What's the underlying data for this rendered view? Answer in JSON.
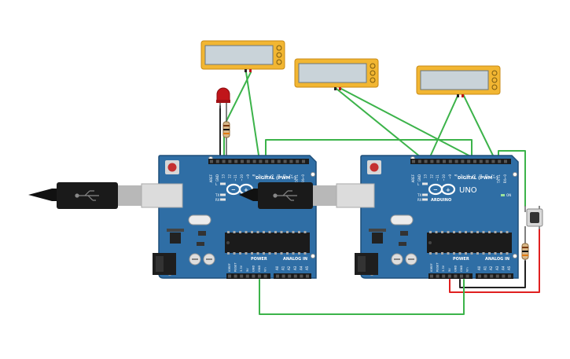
{
  "boards": [
    {
      "id": "left",
      "digital_label": "DIGITAL (PWM~)",
      "power_label": "POWER",
      "analog_label": "ANALOG IN",
      "pins_top": [
        "AREF",
        "GND",
        "13",
        "12",
        "~11",
        "~10",
        "~9",
        "8",
        "7",
        "~6",
        "~5",
        "4",
        "~3",
        "2",
        "TX→1",
        "RX←0"
      ],
      "pins_power": [
        "IOREF",
        "RESET",
        "3.3V",
        "5V",
        "GND",
        "GND",
        "Vin"
      ],
      "pins_analog": [
        "A0",
        "A1",
        "A2",
        "A3",
        "A4",
        "A5"
      ],
      "led_labels": [
        "L",
        "TX",
        "RX"
      ],
      "show_brand": false
    },
    {
      "id": "right",
      "digital_label": "DIGITAL (PWM~)",
      "power_label": "POWER",
      "analog_label": "ANALOG IN",
      "pins_top": [
        "AREF",
        "GND",
        "13",
        "12",
        "~11",
        "~10",
        "~9",
        "8",
        "7",
        "~6",
        "~5",
        "4",
        "~3",
        "2",
        "TX→1",
        "RX←0"
      ],
      "pins_power": [
        "IOREF",
        "RESET",
        "3.3V",
        "5V",
        "GND",
        "GND",
        "Vin"
      ],
      "pins_analog": [
        "A0",
        "A1",
        "A2",
        "A3",
        "A4",
        "A5"
      ],
      "led_labels": [
        "L",
        "TX",
        "RX"
      ],
      "brand": "ARDUINO",
      "model": "UNO",
      "on_label": "ON",
      "show_brand": true
    }
  ],
  "colors": {
    "board": "#2f6ea5",
    "board_edge": "#1f4f7a",
    "wire_green": "#3cb34a",
    "wire_black": "#222222",
    "wire_red": "#e02020",
    "lcd_frame": "#f2b632",
    "lcd_screen": "#c9d3d9",
    "led": "#c0151a"
  },
  "components": {
    "lcd_displays": 3,
    "usb_cables": 2,
    "led": "red",
    "resistors": 2,
    "pushbutton": 1
  }
}
